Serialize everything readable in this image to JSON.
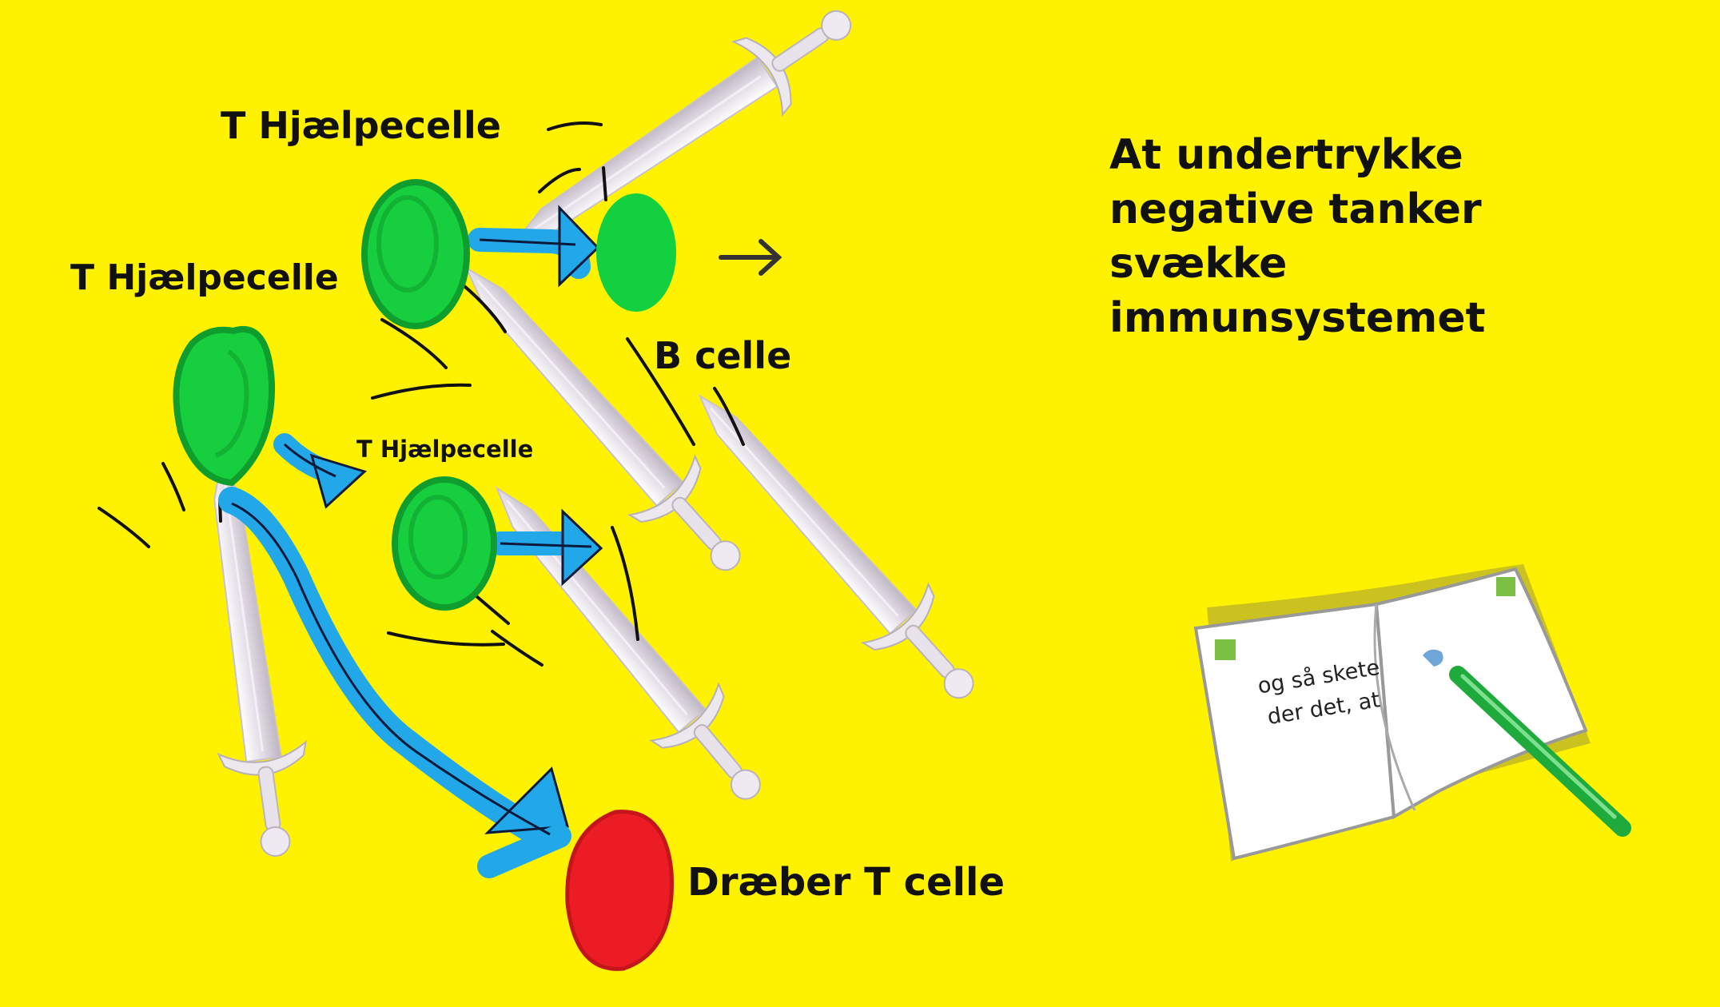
{
  "labels": {
    "t_helper_top": "T Hjælpecelle",
    "t_helper_left": "T Hjælpecelle",
    "t_helper_small": "T Hjælpecelle",
    "b_cell": "B celle",
    "killer_t_cell": "Dræber T celle"
  },
  "headline": {
    "line1": "At undertrykke",
    "line2": "negative tanker",
    "line3": "svække",
    "line4": "immunsystemet"
  },
  "book": {
    "text": "og så skete der det, at"
  },
  "colors": {
    "background": "#fff200",
    "helper_cell": "#17cf3e",
    "b_cell": "#12d040",
    "killer_cell": "#ec1c24",
    "arrow": "#22a8e8",
    "arrow_stroke": "#0b1a3a",
    "sword_blade": "#d9d3dc",
    "pen": "#1eaa3c"
  },
  "icons": [
    "sword-icon",
    "open-book-icon",
    "pen-icon",
    "arrow-icon"
  ]
}
